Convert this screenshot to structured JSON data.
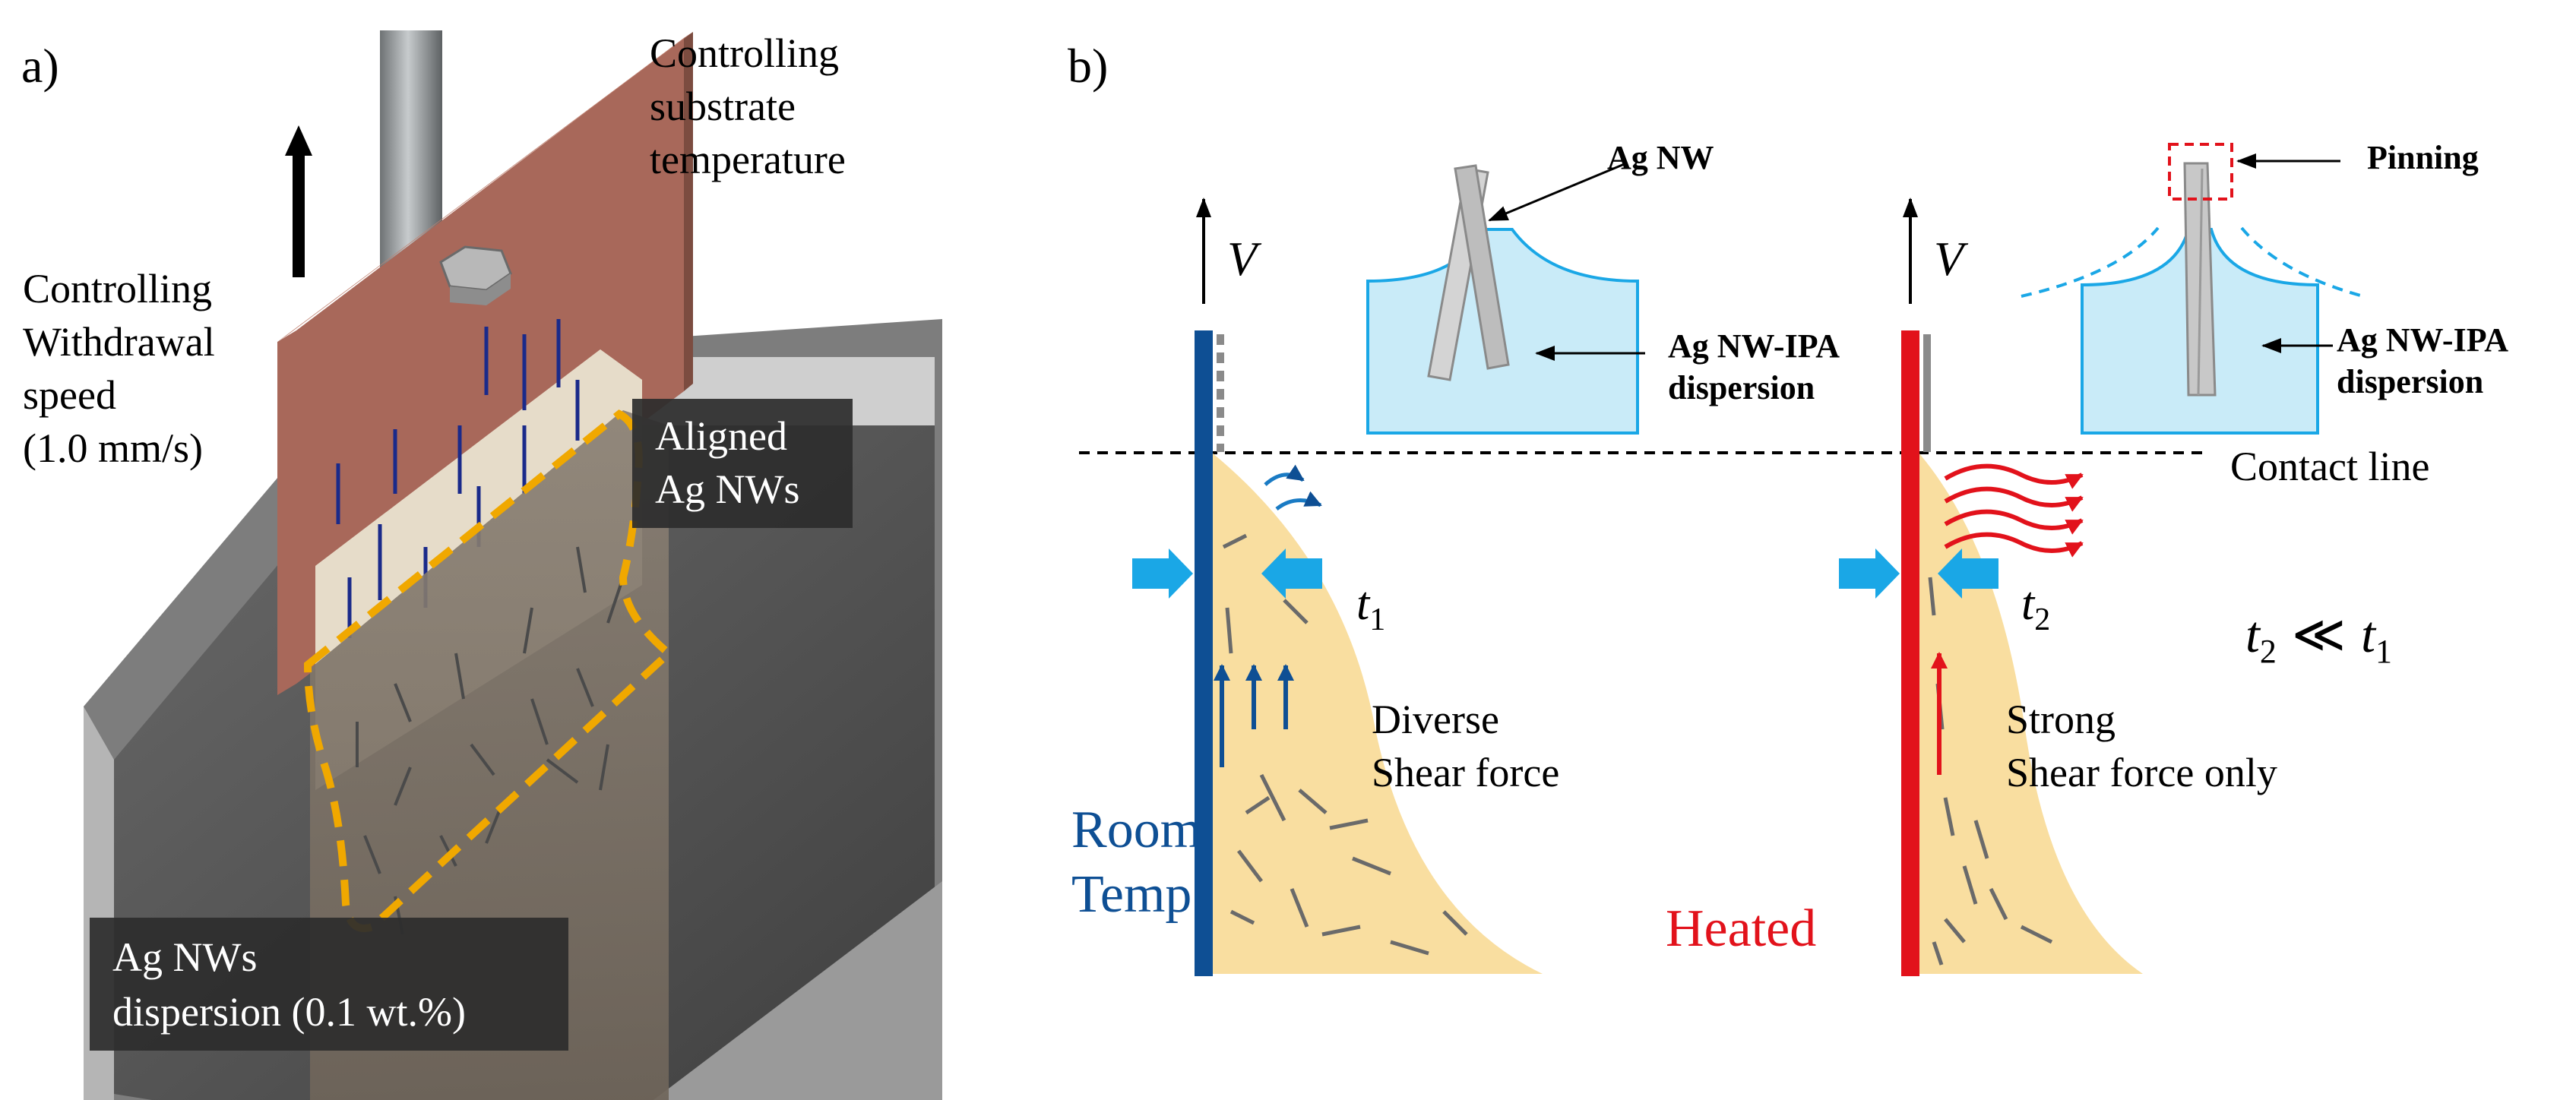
{
  "panel_a": {
    "label": "a)",
    "temp_label": [
      "Controlling",
      "substrate",
      "temperature"
    ],
    "speed_label": [
      "Controlling",
      "Withdrawal",
      "speed",
      "(1.0 mm/s)"
    ],
    "aligned_label": [
      "Aligned",
      "Ag NWs"
    ],
    "dispersion_label": [
      "Ag NWs",
      "dispersion (0.1 wt.%)"
    ]
  },
  "panel_b": {
    "label": "b)",
    "velocity_symbol": "V",
    "contact_line": "Contact line",
    "room": {
      "nw_label": "Ag NW",
      "dispersion_label": [
        "Ag NW-IPA",
        "dispersion"
      ],
      "thickness": "t",
      "thickness_sub": "1",
      "force_label": [
        "Diverse",
        "Shear force"
      ],
      "condition": [
        "Room",
        "Temp."
      ]
    },
    "heated": {
      "pinning_label": "Pinning",
      "dispersion_label": [
        "Ag NW-IPA",
        "dispersion"
      ],
      "thickness": "t",
      "thickness_sub": "2",
      "force_label": [
        "Strong",
        "Shear force only"
      ],
      "condition": "Heated"
    },
    "relation": {
      "t2": "t",
      "s2": "2",
      "op": "≪",
      "t1": "t",
      "s1": "1"
    }
  },
  "colors": {
    "substrate_brown": "#a8685a",
    "aligned_nw_blue": "#1a2a8a",
    "region_dash": "#f0a800",
    "room_blue": "#0e4f94",
    "heated_red": "#e2121b",
    "meniscus_fill": "#f9dea0",
    "arrow_cyan": "#1aa7e6",
    "dispersion_fill": "#c9ebf8"
  }
}
